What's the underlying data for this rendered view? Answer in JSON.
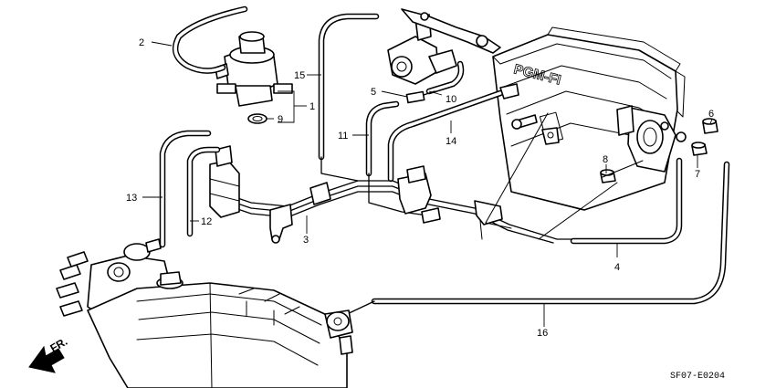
{
  "callouts": {
    "p1": "1",
    "p2": "2",
    "p3": "3",
    "p4": "4",
    "p5": "5",
    "p6": "6",
    "p7": "7",
    "p8": "8",
    "p9": "9",
    "p10": "10",
    "p11": "11",
    "p12": "12",
    "p13": "13",
    "p14": "14",
    "p15": "15",
    "p16": "16"
  },
  "embossed_text": "PGM-FI",
  "direction_label": "FR.",
  "diagram_code": "SF07-E0204"
}
